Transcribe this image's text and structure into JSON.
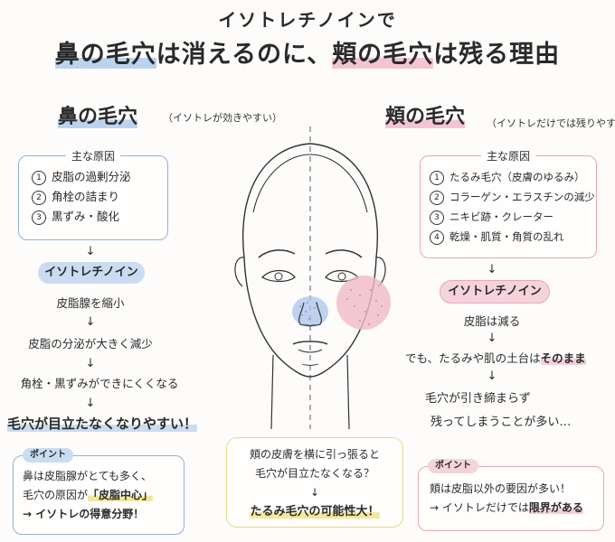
{
  "title": {
    "line1": "イソトレチノインで",
    "line2_a": "鼻の毛穴",
    "line2_b": "は消えるのに、",
    "line2_c": "頬の毛穴",
    "line2_d": "は残る理由"
  },
  "left": {
    "heading": "鼻の毛穴",
    "note": "（イソトレが効きやすい）",
    "causes_label": "主な原因",
    "causes": [
      {
        "num": "1",
        "text": "皮脂の過剰分泌"
      },
      {
        "num": "2",
        "text": "角栓の詰まり"
      },
      {
        "num": "3",
        "text": "黒ずみ・酸化"
      }
    ],
    "arrow": "↓",
    "drug": "イソトレチノイン",
    "flow": [
      "皮脂腺を縮小",
      "皮脂の分泌が大きく減少",
      "角栓・黒ずみができにくくなる"
    ],
    "result": "毛穴が目立たなくなりやすい！",
    "point_tag": "ポイント",
    "point_line1": "鼻は皮脂腺がとても多く、",
    "point_line2a": "毛穴の原因が",
    "point_line2b": "「皮脂中心」",
    "point_line3": "→ イソトレの得意分野！"
  },
  "right": {
    "heading": "頬の毛穴",
    "note": "（イソトレだけでは残りやすい）",
    "causes_label": "主な原因",
    "causes": [
      {
        "num": "1",
        "text": "たるみ毛穴（皮膚のゆるみ）"
      },
      {
        "num": "2",
        "text": "コラーゲン・エラスチンの減少"
      },
      {
        "num": "3",
        "text": "ニキビ跡・クレーター"
      },
      {
        "num": "4",
        "text": "乾燥・肌質・角質の乱れ"
      }
    ],
    "drug": "イソトレチノイン",
    "flow1": "皮脂は減る",
    "flow2a": "でも、たるみや肌の土台は",
    "flow2b": "そのまま",
    "flow3": "毛穴が引き締まらず",
    "flow4": "残ってしまうことが多い…",
    "point_tag": "ポイント",
    "point_line1": "頬は皮脂以外の要因が多い！",
    "point_line2a": "→ イソトレだけでは",
    "point_line2b": "限界がある"
  },
  "center": {
    "line1": "頬の皮膚を横に引っ張ると",
    "line2": "毛穴が目立たなくなる？",
    "arrow": "↓",
    "line3": "たるみ毛穴の可能性大！"
  },
  "colors": {
    "blue": "#8fb2db",
    "pink": "#e8a6b8",
    "yellow": "#e6d98a"
  }
}
